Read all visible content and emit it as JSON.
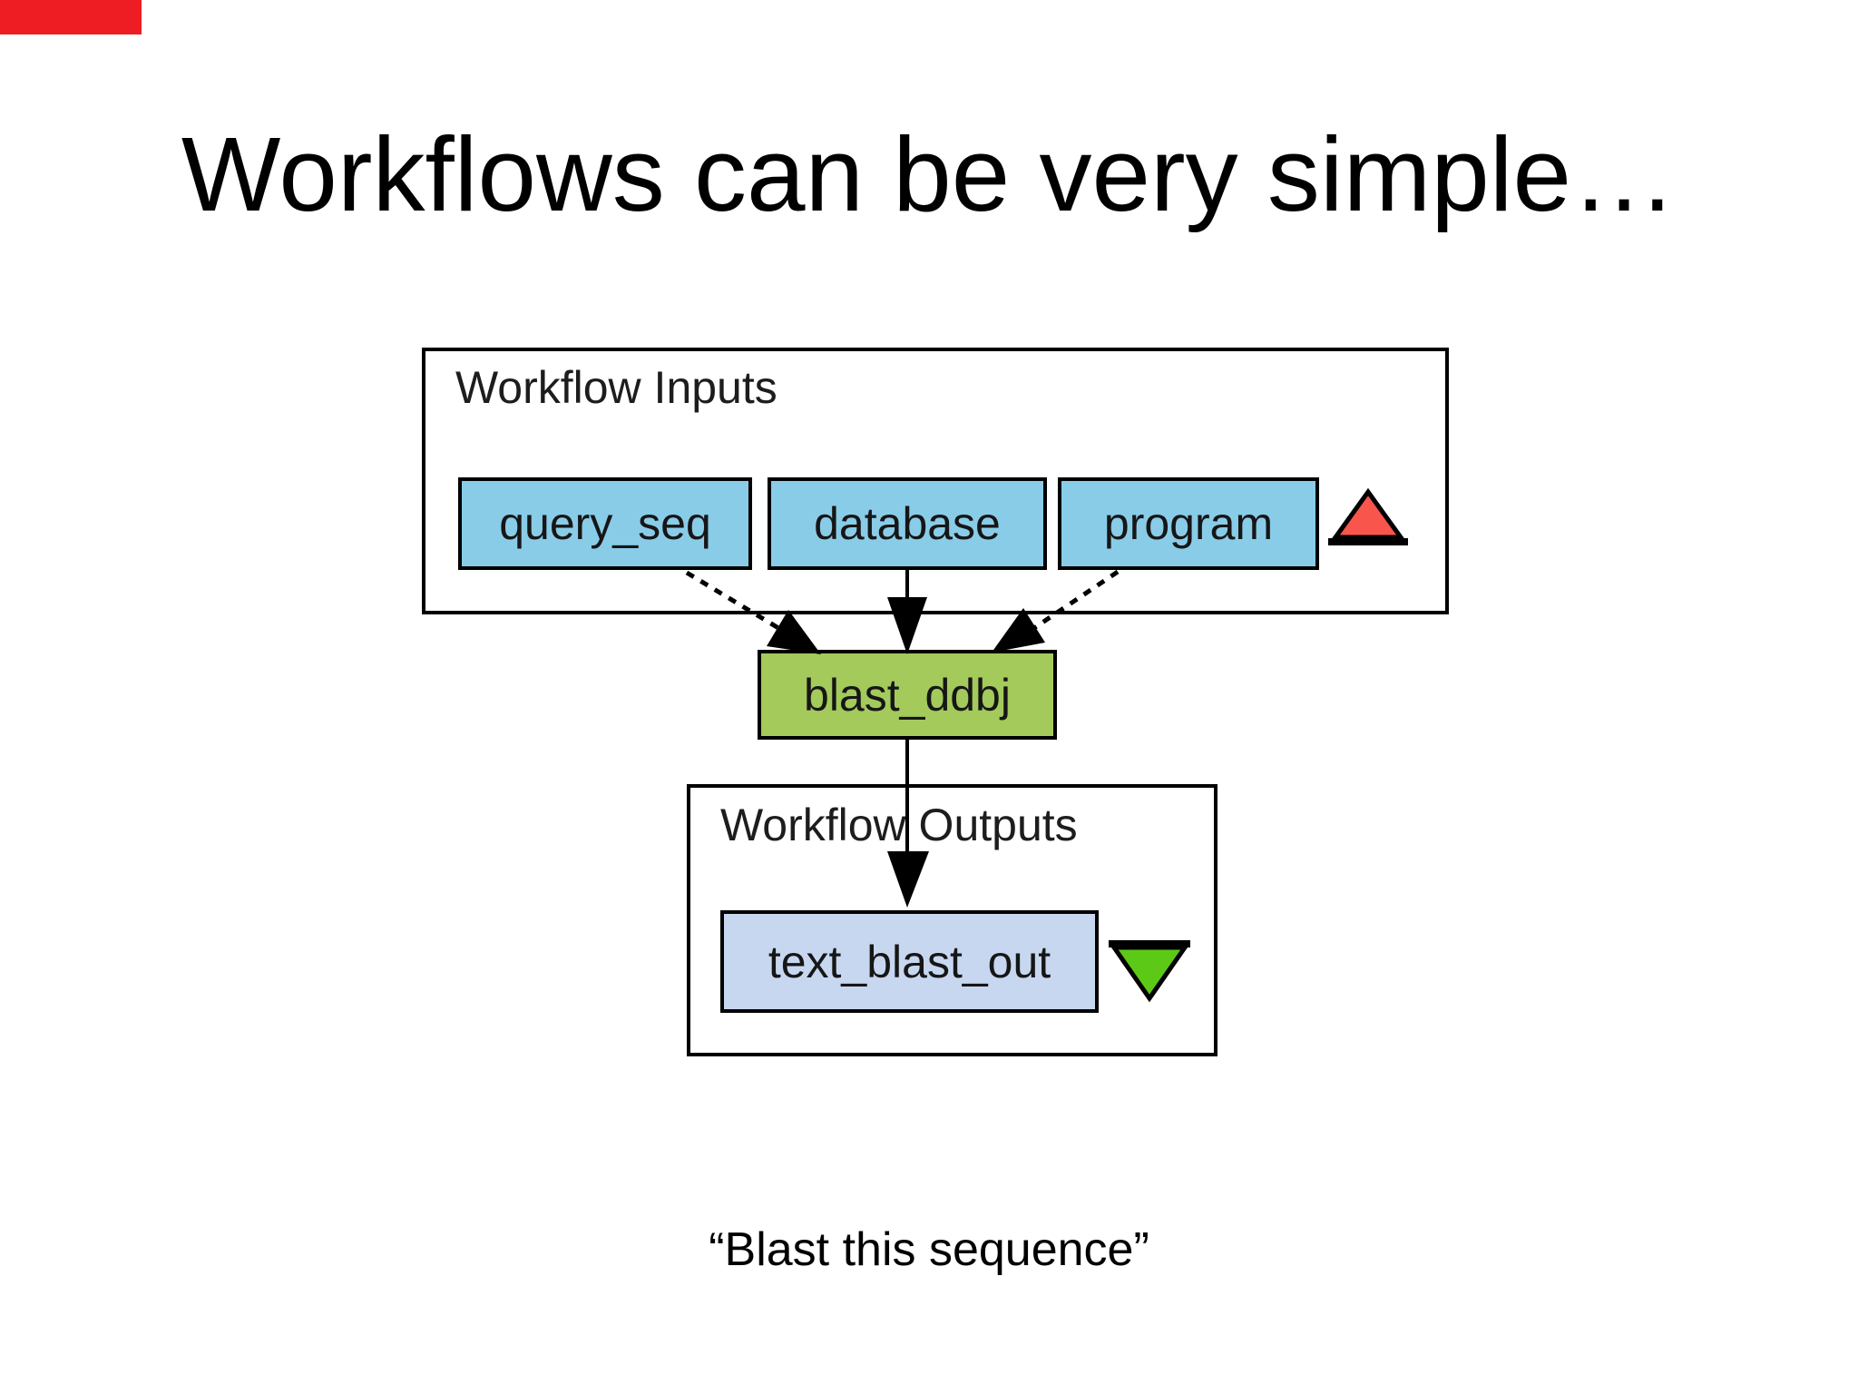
{
  "slide": {
    "title": "Workflows can be very simple…",
    "caption": "“Blast this sequence”"
  },
  "workflow": {
    "inputs_panel": {
      "label": "Workflow Inputs",
      "nodes": [
        {
          "label": "query_seq"
        },
        {
          "label": "database"
        },
        {
          "label": "program"
        }
      ],
      "marker_icon": "red-up-triangle"
    },
    "processor": {
      "label": "blast_ddbj"
    },
    "outputs_panel": {
      "label": "Workflow Outputs",
      "nodes": [
        {
          "label": "text_blast_out"
        }
      ],
      "marker_icon": "green-down-triangle"
    }
  },
  "colors": {
    "corner_marker": "#ee1d23",
    "panel_fill": "#ffffff",
    "panel_stroke": "#000000",
    "input_node_fill": "#89cce8",
    "processor_fill": "#a3ca5b",
    "output_node_fill": "#c8d7f0",
    "input_marker_fill": "#f8554c",
    "output_marker_fill": "#5cc917",
    "connector": "#000000"
  }
}
